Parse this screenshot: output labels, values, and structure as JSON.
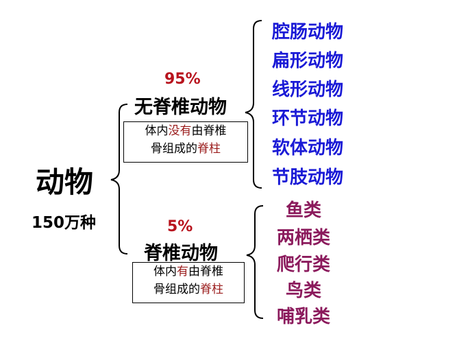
{
  "root": {
    "title": "动物",
    "count": "150万种"
  },
  "invertebrates": {
    "percent": "95%",
    "title": "无脊椎动物",
    "definition": {
      "line1": [
        "体内",
        "没有",
        "由脊椎"
      ],
      "line2": [
        "骨组成的",
        "脊柱",
        ""
      ]
    },
    "items": [
      "腔肠动物",
      "扁形动物",
      "线形动物",
      "环节动物",
      "软体动物",
      "节肢动物"
    ]
  },
  "vertebrates": {
    "percent": "5%",
    "title": "脊椎动物",
    "definition": {
      "line1": [
        "体内",
        "有",
        "由脊椎"
      ],
      "line2": [
        "骨组成的",
        "脊柱",
        ""
      ]
    },
    "items": [
      "鱼类",
      "两栖类",
      "爬行类",
      "鸟类",
      "哺乳类"
    ]
  },
  "colors": {
    "percent": "#b8141e",
    "highlight": "#9a1b1b",
    "invertebrate_items": "#1a1ad6",
    "vertebrate_items": "#8b1a5c"
  }
}
